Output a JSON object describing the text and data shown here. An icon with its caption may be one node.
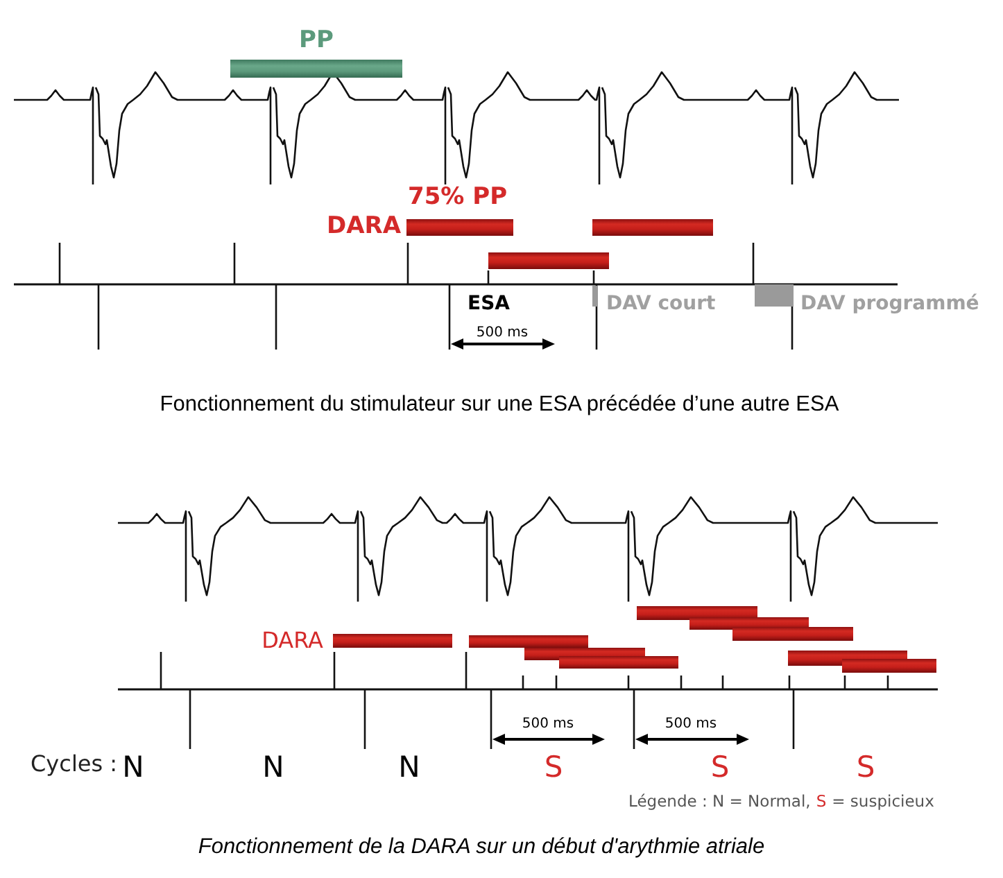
{
  "diagram": {
    "labels": [
      "PP",
      "75% PP",
      "DARA",
      "ESA",
      "DAV court",
      "DAV programmé",
      "500 ms",
      "Fonctionnement du stimulateur sur une ESA précédée d’une autre ESA",
      "DARA",
      "500 ms",
      "500 ms",
      "Cycles :",
      "N",
      "N",
      "N",
      "S",
      "S",
      "S",
      "Légende : N = Normal,",
      "S",
      "= suspicieux"
    ],
    "caption": "Fonctionnement de la DARA sur un début d'arythmie atriale"
  }
}
